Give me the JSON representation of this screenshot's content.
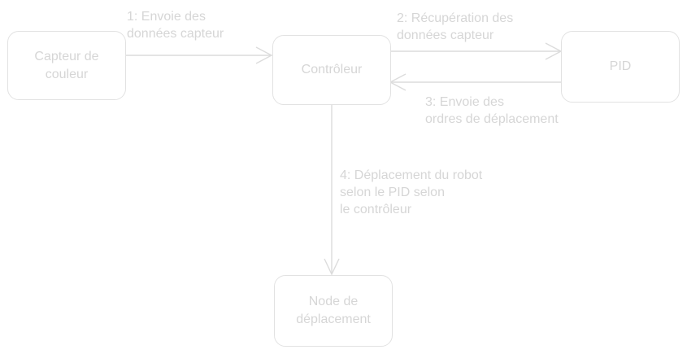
{
  "colors": {
    "stroke": "#dcdcdc",
    "text": "#d6d6d6",
    "background": "#ffffff"
  },
  "nodes": {
    "capteur": "Capteur de\ncouleur",
    "controleur": "Contrôleur",
    "pid": "PID",
    "deplacement": "Node de\ndéplacement"
  },
  "edges": {
    "e1": "1: Envoie des\ndonnées capteur",
    "e2": "2: Récupération des\ndonnées capteur",
    "e3": "3: Envoie des\nordres de déplacement",
    "e4": "4: Déplacement du robot\nselon le PID selon\nle contrôleur"
  }
}
